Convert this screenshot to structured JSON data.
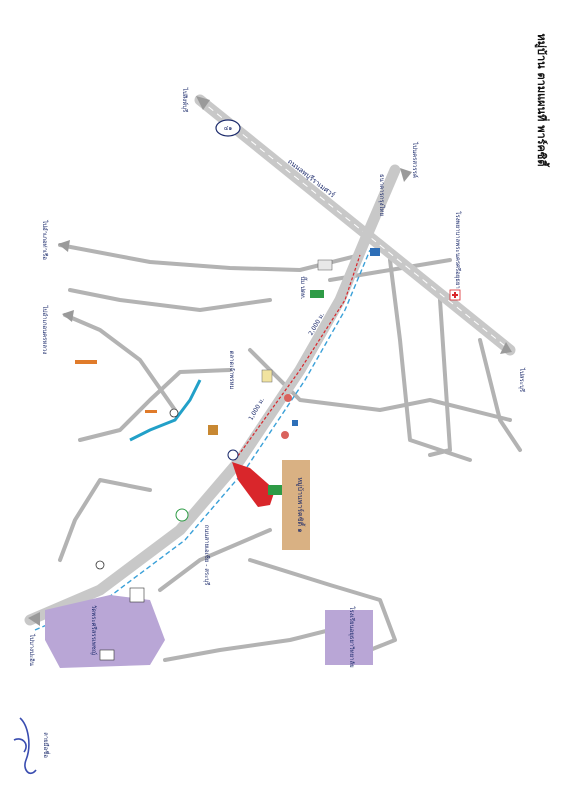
{
  "map": {
    "title": "หมู่บ้าน ตามแผนที่ พาร์คซิตี้",
    "project_label": "หมู่บ้านพาร์คซิตี้ ๑",
    "highway_main": "ถนนลพบุรีราเมศวร์",
    "highway_shield": "๔๑",
    "road_lower": "ถนนสายเอเชีย - สระบุรี",
    "distance_1": "2,000 ม.",
    "distance_2": "1,000 ม.",
    "destinations": {
      "top_left": "ไปสิงห์บุรี",
      "top_right": "ไปนครสวรรค์",
      "left_1": "ไปอำเภอท่าเรือ",
      "left_2": "ไปอำเภอนครหลวง",
      "right": "ไปสระบุรี",
      "bottom_left": "ไปบางปะอิน"
    },
    "landmarks": {
      "hospital": "โรงพยาบาลพระนครศรีอยุธยา",
      "school_box_bottom": "โรงเรียนอยุธยาวิทยาลัย",
      "school_box_left": "วัดพระศรีสรรเพชญ์",
      "market": "ตลาดเจ้าพรหม",
      "bank": "ธนาคารกรุงไทย",
      "gas": "ปั๊ม ปตท."
    },
    "signature": "ลายมือชื่อ"
  },
  "colors": {
    "road": "#b3b3b3",
    "highway": "#c8c8c8",
    "river": "#22a0c8",
    "dashed": "#3aa0d8",
    "project": "#d9262b",
    "purple_box": "#b9a6d6",
    "tan_box": "#d9b183",
    "accent_green": "#2e9b46"
  }
}
